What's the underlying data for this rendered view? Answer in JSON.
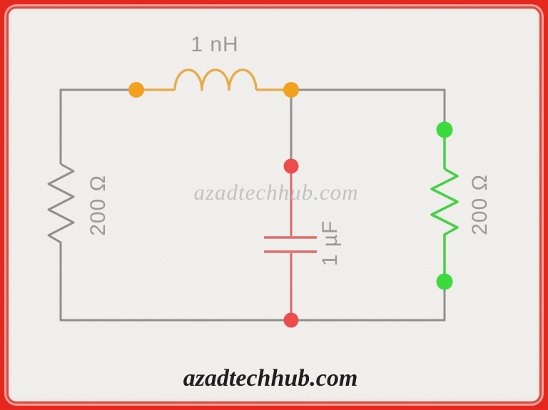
{
  "frame": {
    "outer_color": "#e5271d",
    "stripe_color": "#f2a09a",
    "inner_border_color": "#d8453c",
    "paper_color": "#f2f1ee"
  },
  "circuit": {
    "inductor": {
      "label": "1 nH"
    },
    "capacitor": {
      "label": "1 µF"
    },
    "resistor_left": {
      "label": "200 Ω"
    },
    "resistor_right": {
      "label": "200 Ω"
    },
    "colors": {
      "wire": "#8f8f8f",
      "inductor_wire": "#e7ad4e",
      "inductor_dot": "#f2a21f",
      "capacitor_wire": "#d96a6a",
      "capacitor_dot": "#ee4b4b",
      "resistor_right_wire": "#45d145",
      "resistor_right_dot": "#3ed93e",
      "component_label": "#9a9a9a"
    }
  },
  "watermark": {
    "text": "azadtechhub.com",
    "color": "#b6b3af"
  },
  "footer": {
    "text": "azadtechhub.com",
    "color": "#1f1f1f"
  }
}
